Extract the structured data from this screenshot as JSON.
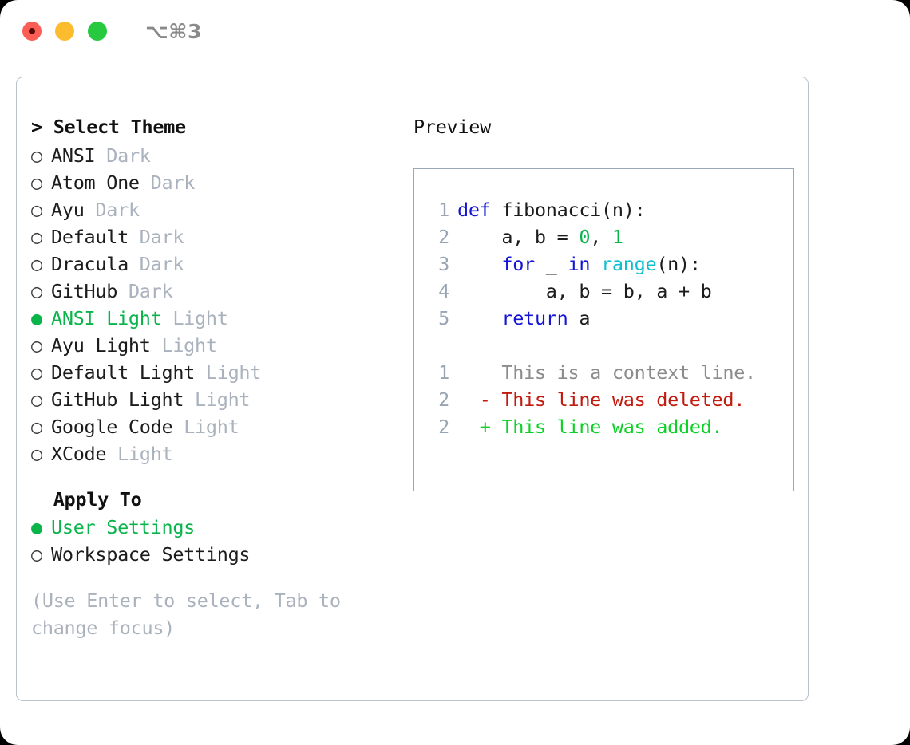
{
  "titlebar": {
    "shortcut": "⌥⌘3",
    "buttons": [
      "close",
      "minimize",
      "maximize"
    ]
  },
  "theme_panel": {
    "header": "> Select Theme",
    "options": [
      {
        "bullet": "○",
        "name": "ANSI",
        "kind": "Dark",
        "selected": false
      },
      {
        "bullet": "○",
        "name": "Atom One",
        "kind": "Dark",
        "selected": false
      },
      {
        "bullet": "○",
        "name": "Ayu",
        "kind": "Dark",
        "selected": false
      },
      {
        "bullet": "○",
        "name": "Default",
        "kind": "Dark",
        "selected": false
      },
      {
        "bullet": "○",
        "name": "Dracula",
        "kind": "Dark",
        "selected": false
      },
      {
        "bullet": "○",
        "name": "GitHub",
        "kind": "Dark",
        "selected": false
      },
      {
        "bullet": "●",
        "name": "ANSI Light",
        "kind": "Light",
        "selected": true
      },
      {
        "bullet": "○",
        "name": "Ayu Light",
        "kind": "Light",
        "selected": false
      },
      {
        "bullet": "○",
        "name": "Default Light",
        "kind": "Light",
        "selected": false
      },
      {
        "bullet": "○",
        "name": "GitHub Light",
        "kind": "Light",
        "selected": false
      },
      {
        "bullet": "○",
        "name": "Google Code",
        "kind": "Light",
        "selected": false
      },
      {
        "bullet": "○",
        "name": "XCode",
        "kind": "Light",
        "selected": false
      }
    ]
  },
  "apply_to": {
    "header": "Apply To",
    "options": [
      {
        "bullet": "●",
        "name": "User Settings",
        "selected": true
      },
      {
        "bullet": "○",
        "name": "Workspace Settings",
        "selected": false
      }
    ]
  },
  "hint": "(Use Enter to select, Tab to change focus)",
  "preview": {
    "title": "Preview",
    "code_lines": [
      {
        "no": "1",
        "tokens": [
          {
            "t": "def",
            "c": "tok-kw"
          },
          {
            "t": " fibonacci(n):",
            "c": "tok-plain"
          }
        ]
      },
      {
        "no": "2",
        "tokens": [
          {
            "t": "    a, b = ",
            "c": "tok-plain"
          },
          {
            "t": "0",
            "c": "tok-num"
          },
          {
            "t": ", ",
            "c": "tok-plain"
          },
          {
            "t": "1",
            "c": "tok-num"
          }
        ]
      },
      {
        "no": "3",
        "tokens": [
          {
            "t": "    ",
            "c": "tok-plain"
          },
          {
            "t": "for",
            "c": "tok-kw"
          },
          {
            "t": " _ ",
            "c": "tok-plain"
          },
          {
            "t": "in",
            "c": "tok-kw"
          },
          {
            "t": " ",
            "c": "tok-plain"
          },
          {
            "t": "range",
            "c": "tok-fn"
          },
          {
            "t": "(n):",
            "c": "tok-plain"
          }
        ]
      },
      {
        "no": "4",
        "tokens": [
          {
            "t": "        a, b = b, a + b",
            "c": "tok-plain"
          }
        ]
      },
      {
        "no": "5",
        "tokens": [
          {
            "t": "    ",
            "c": "tok-plain"
          },
          {
            "t": "return",
            "c": "tok-kw"
          },
          {
            "t": " a",
            "c": "tok-plain"
          }
        ]
      }
    ],
    "diff_lines": [
      {
        "no": "1",
        "marker": " ",
        "text": "This is a context line.",
        "cls": "diff-ctx"
      },
      {
        "no": "2",
        "marker": "-",
        "text": "This line was deleted.",
        "cls": "diff-del"
      },
      {
        "no": "2",
        "marker": "+",
        "text": "This line was added.",
        "cls": "diff-add"
      }
    ]
  },
  "colors": {
    "accent_green": "#0ab44b",
    "muted": "#a9b2bd",
    "keyword_blue": "#1414d6",
    "function_cyan": "#10c0cf",
    "diff_add": "#0ad124",
    "diff_del": "#c21a0e",
    "border": "#b9c2cc"
  }
}
